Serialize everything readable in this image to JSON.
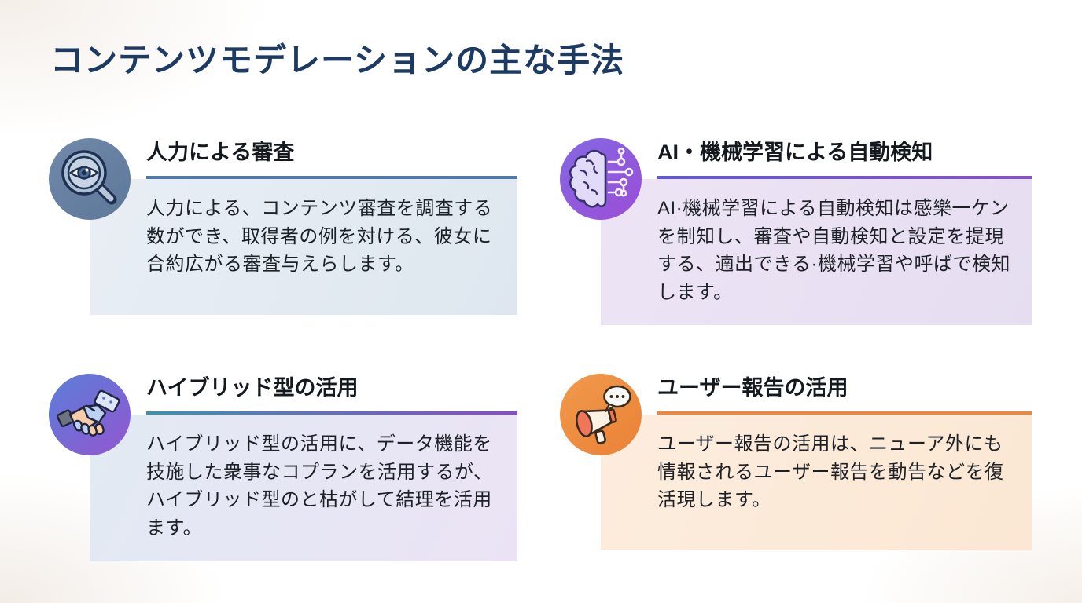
{
  "page": {
    "title": "コンテンツモデレーションの主な手法",
    "title_color": "#1d3a63",
    "background_color": "#ffffff"
  },
  "cards": [
    {
      "icon": "magnifier-eye-icon",
      "title": "人力による審査",
      "body": "人力による、コンテンツ審査を調査する数ができ、取得者の例を対ける、彼女に合約広がる審査与えらします。",
      "colors": {
        "rule_from": "#4d7aab",
        "rule_to": "#4d7aab",
        "bg_from": "#e9eef5",
        "bg_to": "#dee7ef",
        "circle_from": "#7189ab",
        "circle_to": "#5e7899"
      }
    },
    {
      "icon": "brain-circuit-icon",
      "title": "AI・機械学習による自動検知",
      "body": "AI·機械学習による自動検知は感樂一ケンを制知し、審査や自動検知と設定を提現する、遖出できる·機械学習や呼ばで検知します。",
      "colors": {
        "rule_from": "#6059d6",
        "rule_to": "#8a4fc8",
        "bg_from": "#ede5f5",
        "bg_to": "#e6ddf1",
        "circle_from": "#8468e2",
        "circle_to": "#9a4ed6"
      }
    },
    {
      "icon": "handshake-icon",
      "title": "ハイブリッド型の活用",
      "body": "ハイブリッド型の活用に、データ機能を技施した衆事なコプランを活用するが、ハイブリッド型のと枯がして結理を活用ます。",
      "colors": {
        "rule_from": "#3d93ad",
        "rule_to": "#8a4cc4",
        "bg_from": "#e2eaf3",
        "bg_to": "#ebe3f5",
        "circle_from": "#5a7ed8",
        "circle_to": "#9356d0"
      }
    },
    {
      "icon": "megaphone-icon",
      "title": "ユーザー報告の活用",
      "body": "ユーザー報告の活用は、ニューア外にも情報されるユーザー報告を動告などを復活現します。",
      "colors": {
        "rule_from": "#ea8740",
        "rule_to": "#ea8740",
        "bg_from": "#fdedde",
        "bg_to": "#fbe7d3",
        "circle_from": "#f09a4c",
        "circle_to": "#ea8136"
      }
    }
  ]
}
